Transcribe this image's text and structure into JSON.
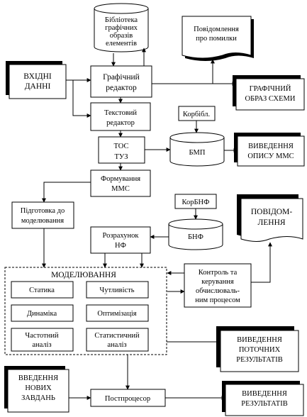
{
  "nodes": {
    "library": [
      "Бібліотека",
      "графічних",
      "образів",
      "елементів"
    ],
    "error_message": [
      "Повідомлення",
      "про помилки"
    ],
    "input_data": [
      "ВХІДНІ",
      "ДАННІ"
    ],
    "graphic_editor": [
      "Графічний",
      "редактор"
    ],
    "graphic_image": [
      "ГРАФІЧНИЙ",
      "ОБРАЗ СХЕМИ"
    ],
    "text_editor": [
      "Текстовий",
      "редактор"
    ],
    "korbibl": "Корбібл.",
    "tos": [
      "ТОС",
      "ТУЗ"
    ],
    "bmp": "БМП",
    "mms_output": [
      "ВИВЕДЕННЯ",
      "ОПИСУ ММС"
    ],
    "mms_forming": [
      "Формування",
      "ММС"
    ],
    "korbnf": "КорБНФ",
    "preparation": [
      "Підготовка до",
      "моделювання"
    ],
    "nf_calc": [
      "Розрахунок",
      "НФ"
    ],
    "bnf": "БНФ",
    "message": [
      "ПОВІДОМ-",
      "ЛЕННЯ"
    ],
    "modeling": "МОДЕЛЮВАННЯ",
    "statics": "Статика",
    "sensitivity": "Чутливість",
    "dynamics": "Динаміка",
    "optimization": "Оптимізація",
    "frequency": [
      "Частотний",
      "аналіз"
    ],
    "statistical": [
      "Статистичний",
      "аналіз"
    ],
    "control": [
      "Контроль та",
      "керування",
      "обчислюваль-",
      "ним процесом"
    ],
    "current_results": [
      "ВИВЕДЕННЯ",
      "ПОТОЧНИХ",
      "РЕЗУЛЬТАТІВ"
    ],
    "new_tasks": [
      "ВВЕДЕННЯ",
      "НОВИХ",
      "ЗАВДАНЬ"
    ],
    "postprocessor": "Постпроцесор",
    "results": [
      "ВИВЕДЕННЯ",
      "РЕЗУЛЬТАТІВ"
    ]
  }
}
